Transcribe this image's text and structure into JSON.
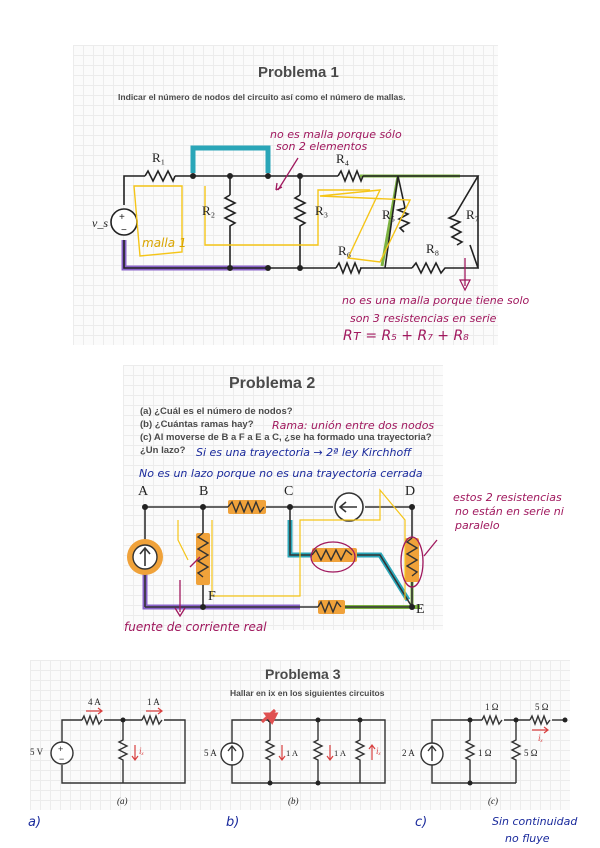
{
  "problem1": {
    "title": "Problema 1",
    "statement": "Indicar el número de nodos del circuito así como el número de mallas.",
    "labels": {
      "r1": "R₁",
      "r2": "R₂",
      "r3": "R₃",
      "r4": "R₄",
      "r5": "R₅",
      "r6": "R₆",
      "r7": "R₇",
      "r8": "R₈",
      "vs": "v_s"
    },
    "notes": {
      "top_line1": "no es malla porque sólo",
      "top_line2": "son 2 elementos",
      "malla": "malla 1",
      "bottom_line1": "no es una malla porque tiene solo",
      "bottom_line2": "son 3 resistencias en serie",
      "formula": "Rᴛ = R₅ + R₇ + R₈"
    }
  },
  "problem2": {
    "title": "Problema 2",
    "q_a": "(a) ¿Cuál es el número de nodos?",
    "q_b": "(b) ¿Cuántas ramas hay?",
    "q_c": "(c) Al moverse de B a F a E a C, ¿se ha formado una trayectoria?",
    "q_d": "¿Un lazo?",
    "labels": {
      "a": "A",
      "b": "B",
      "c": "C",
      "d": "D",
      "e": "E",
      "f": "F"
    },
    "notes": {
      "rama": "Rama: unión entre dos nodos",
      "trayectoria": "Si es una trayectoria → 2ª ley Kirchhoff",
      "lazo": "No es un lazo porque no es una trayectoria cerrada",
      "resist_line1": "estos 2 resistencias",
      "resist_line2": "no están en serie ni",
      "resist_line3": "paralelo",
      "fuente": "fuente de corriente real"
    }
  },
  "problem3": {
    "title": "Problema 3",
    "statement": "Hallar en ix en los siguientes circuitos",
    "circuit_a": {
      "src": "5 V",
      "top1": "4 A",
      "top2": "1 A",
      "ix": "iₓ",
      "caption": "(a)"
    },
    "circuit_b": {
      "src": "5 A",
      "i1": "1 A",
      "i2": "1 A",
      "ix": "iₓ",
      "caption": "(b)"
    },
    "circuit_c": {
      "src": "2 A",
      "top1": "1 Ω",
      "top2": "5 Ω",
      "r_mid": "1 Ω",
      "r_right": "5 Ω",
      "ix": "iₓ",
      "caption": "(c)"
    },
    "notes": {
      "a": "a)",
      "b": "b)",
      "c": "c)",
      "cont1": "Sin continuidad",
      "cont2": "no fluye"
    }
  },
  "colors": {
    "accent_teal": "#2aa6b8",
    "purple": "#8a63c9",
    "yellow": "#f5c518",
    "orange": "#f0a23a",
    "green": "#7cb342",
    "magenta_ink": "#a0185e",
    "blue_ink": "#1a2a9c"
  }
}
